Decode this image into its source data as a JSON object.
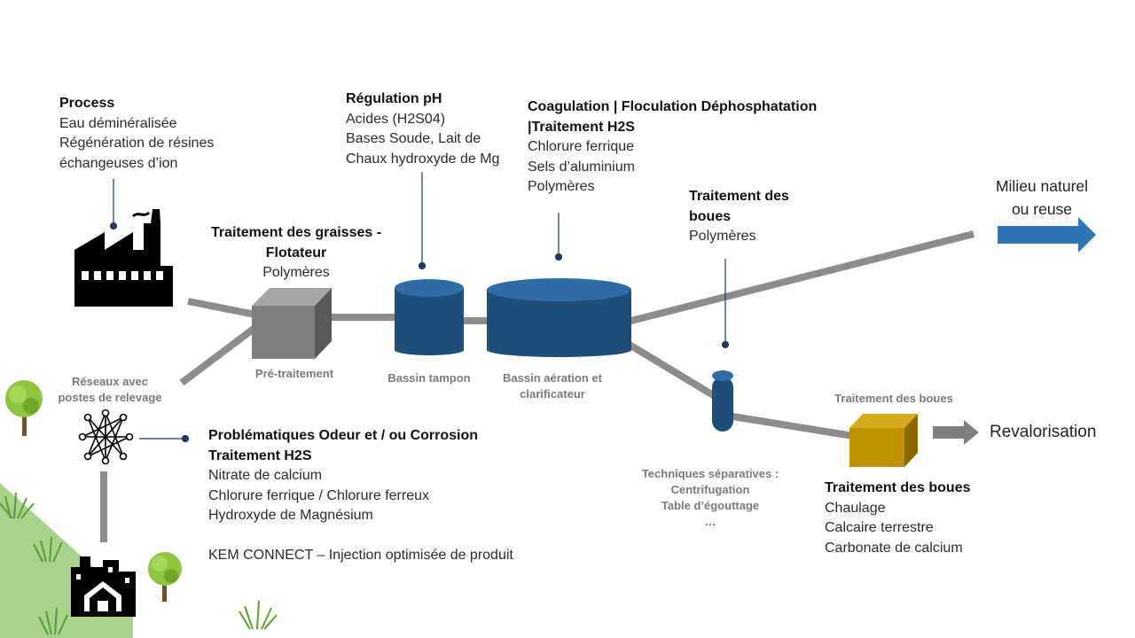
{
  "colors": {
    "pipe": "#8c8c8c",
    "basin": "#1f4e79",
    "basin_top": "#2e6ca6",
    "arrow_blue": "#2e75b6",
    "box_grey": "#7f7f7f",
    "box_gold": "#bf9000",
    "hill": "#a9d18e"
  },
  "process": {
    "title": "Process",
    "lines": [
      "Eau déminéralisée",
      "Régénération de résines",
      "échangeuses d’ion"
    ]
  },
  "ph": {
    "title": "Régulation pH",
    "lines": [
      "Acides (H2S04)",
      "Bases Soude, Lait de",
      "Chaux hydroxyde de Mg"
    ]
  },
  "coag": {
    "title_line1": "Coagulation | Floculation Déphosphatation",
    "title_line2": "|Traitement H2S",
    "lines": [
      "Chlorure ferrique",
      "Sels d’aluminium",
      "Polymères"
    ]
  },
  "boues_top": {
    "title_line1": "Traitement des",
    "title_line2": "boues",
    "line": "Polymères"
  },
  "graisses": {
    "title_line1": "Traitement des graisses -",
    "title_line2": "Flotateur",
    "line": "Polymères"
  },
  "milieu": {
    "line1": "Milieu naturel",
    "line2": "ou reuse"
  },
  "revalorisation": "Revalorisation",
  "labels": {
    "pretraitement": "Pré-traitement",
    "bassin_tampon": "Bassin tampon",
    "bassin_aeration_1": "Bassin aération et",
    "bassin_aeration_2": "clarificateur",
    "reseaux_1": "Réseaux  avec",
    "reseaux_2": "postes de relevage",
    "boues_small": "Traitement des boues",
    "tech_1": "Techniques séparatives :",
    "tech_2": "Centrifugation",
    "tech_3": "Table d’égouttage",
    "tech_4": "…"
  },
  "odeur": {
    "title_line1": "Problématiques Odeur et / ou Corrosion",
    "title_line2": "Traitement H2S",
    "lines": [
      "Nitrate de calcium",
      "Chlorure ferrique / Chlorure ferreux",
      "Hydroxyde de Magnésium"
    ],
    "kem": "KEM CONNECT – Injection optimisée de produit"
  },
  "boues_bottom": {
    "title": "Traitement des boues",
    "lines": [
      "Chaulage",
      "Calcaire terrestre",
      "Carbonate de calcium"
    ]
  },
  "icons": [
    "factory-icon",
    "network-icon",
    "house-icon",
    "tree-icon",
    "grass-icon"
  ]
}
